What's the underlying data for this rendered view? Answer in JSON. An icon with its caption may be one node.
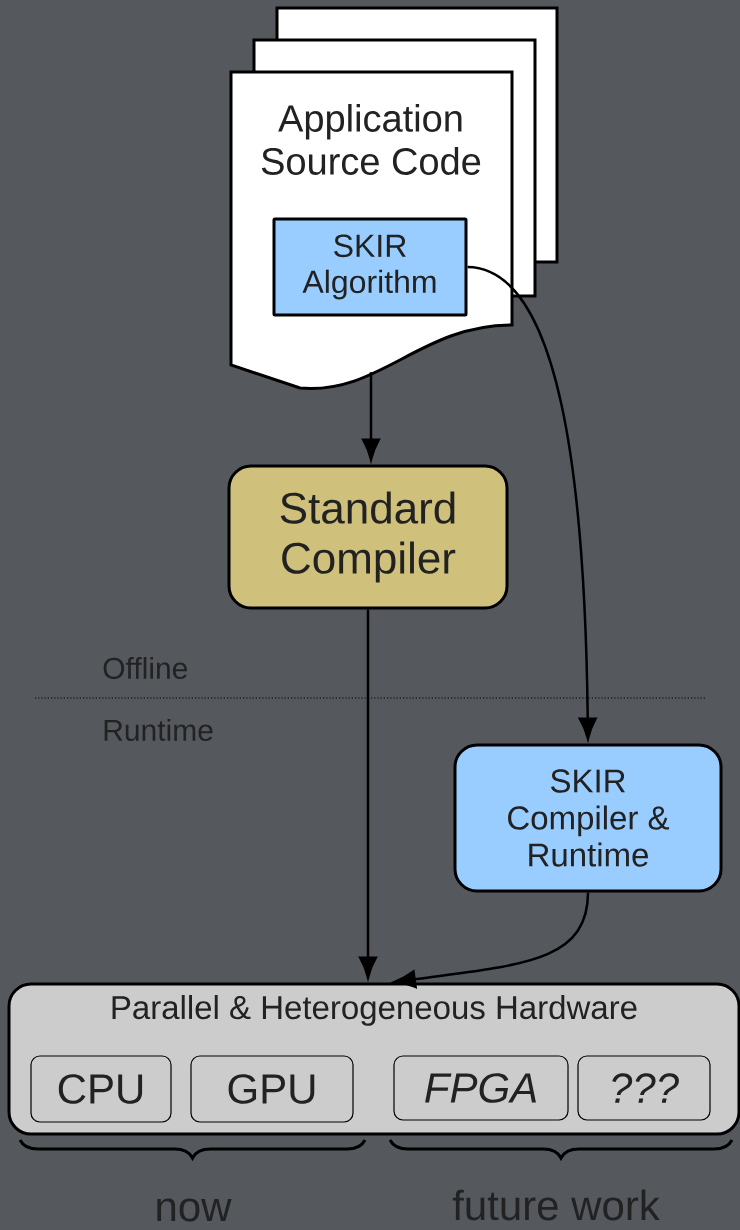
{
  "diagram": {
    "nodes": [
      {
        "text": [
          "Application Source Code"
        ]
      },
      {
        "text": [
          "SKIR Algorithm"
        ],
        "in": 0
      },
      {
        "text": [
          "Standard Compiler"
        ]
      },
      {
        "text": [
          "SKIR Compiler & Runtime"
        ]
      },
      {
        "text": [
          "Parallel & Heterogeneous Hardware"
        ]
      },
      {
        "text": [
          "CPU"
        ],
        "in": 4
      },
      {
        "text": [
          "GPU"
        ],
        "in": 4
      },
      {
        "text": [
          "FPGA"
        ],
        "in": 4
      },
      {
        "text": [
          "???"
        ],
        "in": 4
      }
    ],
    "edges": [
      {
        "from": 0,
        "to": 2,
        "arrow": "to"
      },
      {
        "from": 1,
        "to": 3,
        "arrow": "to"
      },
      {
        "from": 2,
        "to": 4,
        "arrow": "to"
      },
      {
        "from": 3,
        "to": 4,
        "arrow": "to"
      }
    ],
    "labels": [
      "Offline",
      "Runtime",
      "now",
      "future work"
    ]
  }
}
